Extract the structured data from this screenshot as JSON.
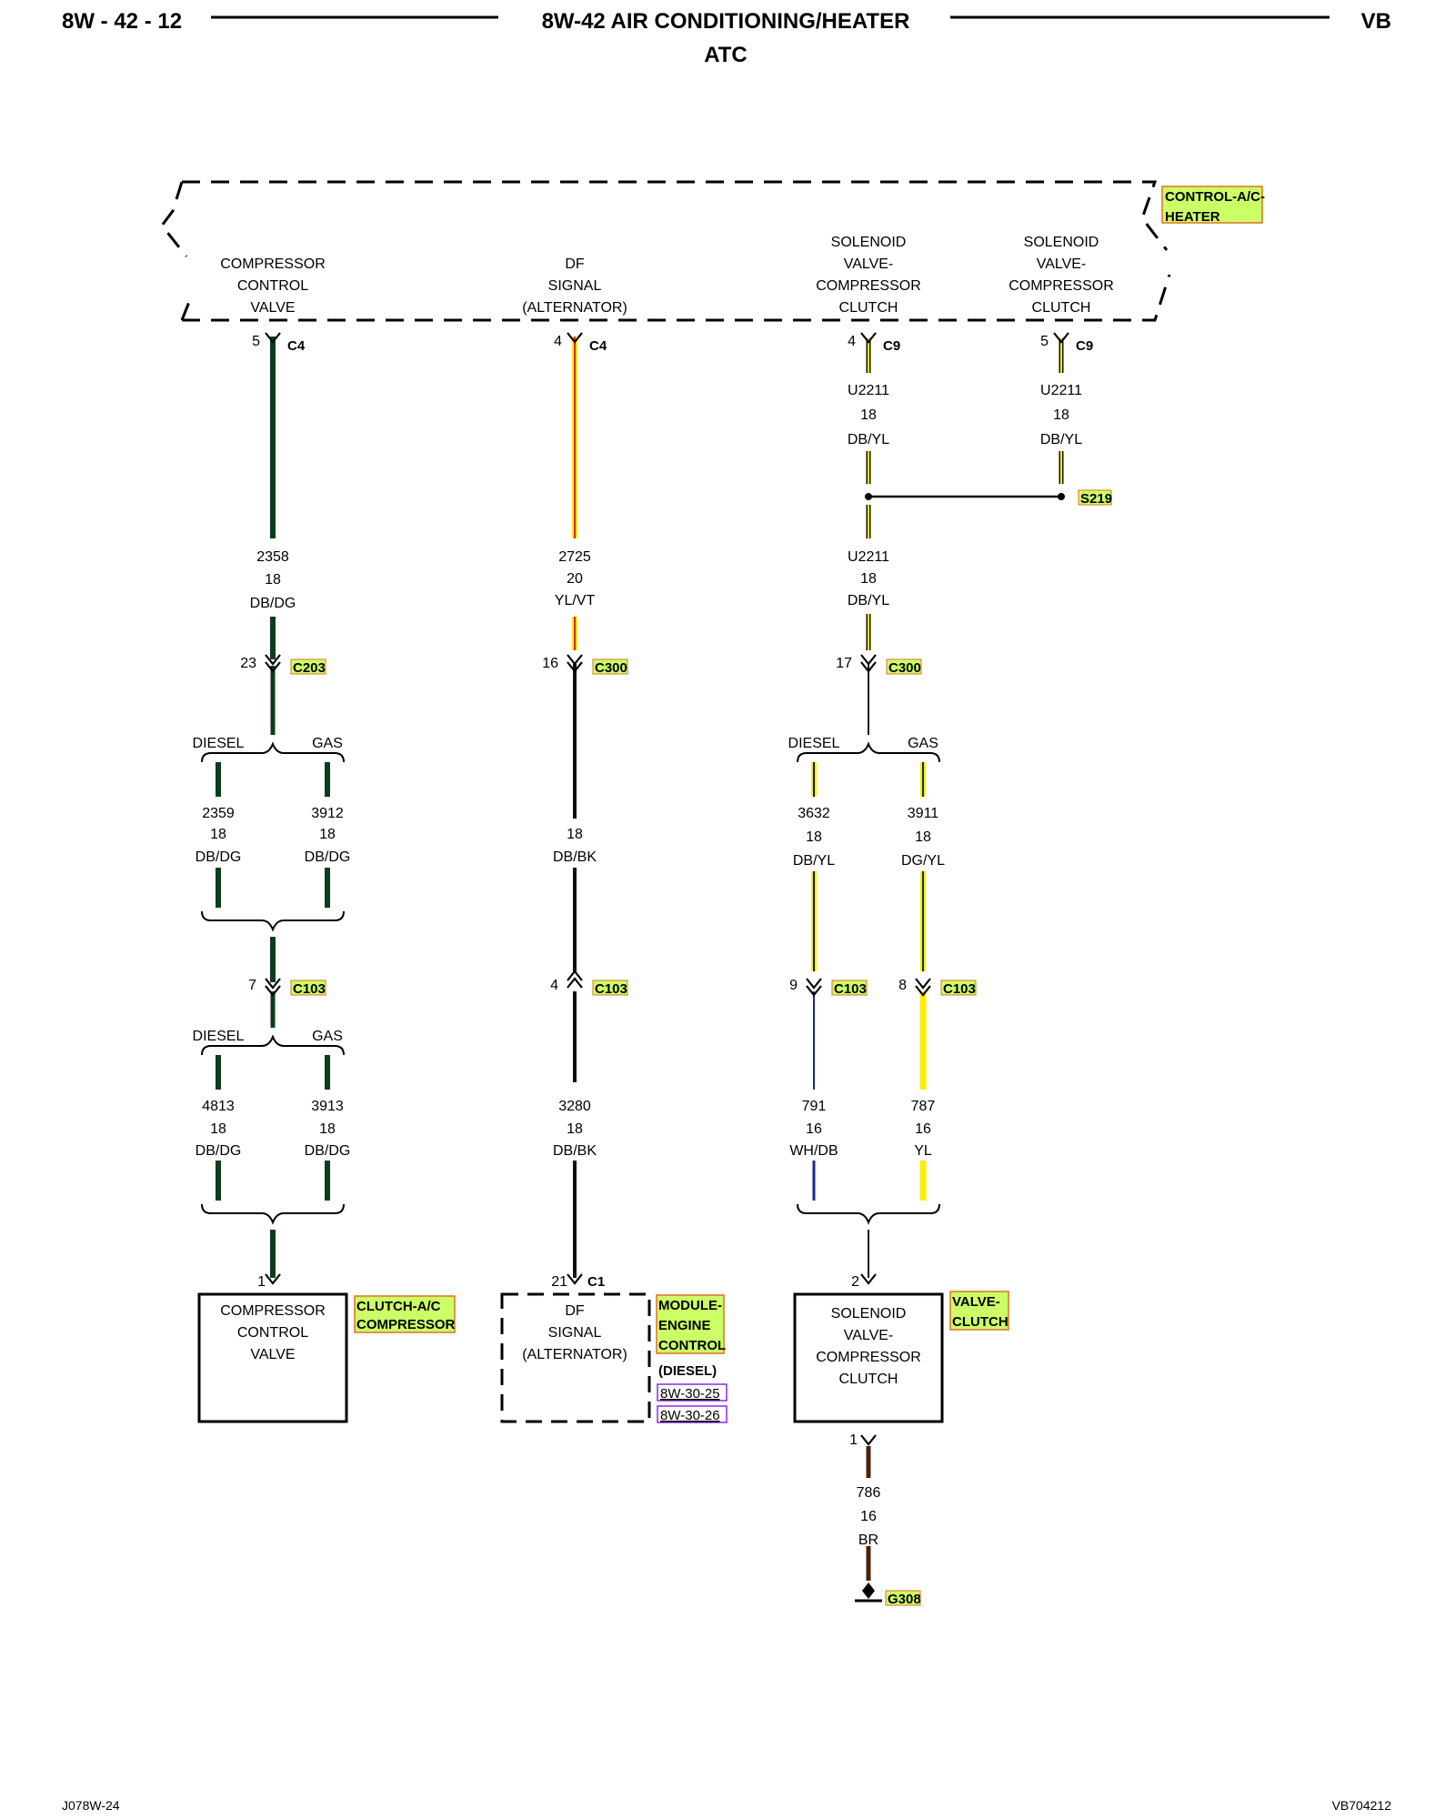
{
  "header": {
    "left": "8W - 42 - 12",
    "title": "8W-42 AIR CONDITIONING/HEATER",
    "right": "VB",
    "subtitle": "ATC"
  },
  "footer": {
    "left": "J078W-24",
    "right": "VB704212"
  },
  "colors": {
    "highlight": "#ccff66",
    "highlight_border": "#e07020",
    "link_border": "#8a2be2",
    "wire_dark_green": "#0b3d1c",
    "wire_yellow": "#ffee00",
    "wire_red": "#e02020",
    "wire_black": "#111111",
    "wire_blue": "#1a2a90",
    "wire_brown": "#4a2208"
  },
  "module_top": {
    "tag": [
      "CONTROL-A/C-",
      "HEATER"
    ],
    "pins": [
      [
        "COMPRESSOR",
        "CONTROL",
        "VALVE"
      ],
      [
        "DF",
        "SIGNAL",
        "(ALTERNATOR)"
      ],
      [
        "SOLENOID",
        "VALVE-",
        "COMPRESSOR",
        "CLUTCH"
      ],
      [
        "SOLENOID",
        "VALVE-",
        "COMPRESSOR",
        "CLUTCH"
      ]
    ]
  },
  "connectors": {
    "c4_a": {
      "pin": "5",
      "name": "C4"
    },
    "c4_b": {
      "pin": "4",
      "name": "C4"
    },
    "c9_a": {
      "pin": "4",
      "name": "C9"
    },
    "c9_b": {
      "pin": "5",
      "name": "C9"
    },
    "c203": {
      "pin": "23",
      "name": "C203"
    },
    "c300_a": {
      "pin": "16",
      "name": "C300"
    },
    "c300_b": {
      "pin": "17",
      "name": "C300"
    },
    "c103_a": {
      "pin": "7",
      "name": "C103"
    },
    "c103_b": {
      "pin": "4",
      "name": "C103"
    },
    "c103_c": {
      "pin": "9",
      "name": "C103"
    },
    "c103_d": {
      "pin": "8",
      "name": "C103"
    },
    "c1": {
      "pin": "21",
      "name": "C1"
    },
    "splice": "S219",
    "ground": "G308"
  },
  "wires": {
    "w_u2211_a": [
      "U2211",
      "18",
      "DB/YL"
    ],
    "w_u2211_b": [
      "U2211",
      "18",
      "DB/YL"
    ],
    "w_2358": [
      "2358",
      "18",
      "DB/DG"
    ],
    "w_2725": [
      "2725",
      "20",
      "YL/VT"
    ],
    "w_u2211_c": [
      "U2211",
      "18",
      "DB/YL"
    ],
    "w_2359": [
      "2359",
      "18",
      "DB/DG"
    ],
    "w_3912": [
      "3912",
      "18",
      "DB/DG"
    ],
    "w_dbbk": [
      "18",
      "DB/BK"
    ],
    "w_3632": [
      "3632",
      "18",
      "DB/YL"
    ],
    "w_3911": [
      "3911",
      "18",
      "DG/YL"
    ],
    "w_4813": [
      "4813",
      "18",
      "DB/DG"
    ],
    "w_3913": [
      "3913",
      "18",
      "DB/DG"
    ],
    "w_3280": [
      "3280",
      "18",
      "DB/BK"
    ],
    "w_791": [
      "791",
      "16",
      "WH/DB"
    ],
    "w_787": [
      "787",
      "16",
      "YL"
    ],
    "w_786": [
      "786",
      "16",
      "BR"
    ]
  },
  "branches": {
    "diesel": "DIESEL",
    "gas": "GAS"
  },
  "components": {
    "comp_valve": {
      "pin": "1",
      "lines": [
        "COMPRESSOR",
        "CONTROL",
        "VALVE"
      ],
      "tag": [
        "CLUTCH-A/C",
        "COMPRESSOR"
      ]
    },
    "ecm": {
      "lines": [
        "DF",
        "SIGNAL",
        "(ALTERNATOR)"
      ],
      "tag": [
        "MODULE-",
        "ENGINE",
        "CONTROL"
      ],
      "note": "(DIESEL)",
      "refs": [
        "8W-30-25",
        "8W-30-26"
      ]
    },
    "solenoid": {
      "pin": "2",
      "pin_bottom": "1",
      "lines": [
        "SOLENOID",
        "VALVE-",
        "COMPRESSOR",
        "CLUTCH"
      ],
      "tag": [
        "VALVE-",
        "CLUTCH"
      ]
    }
  }
}
